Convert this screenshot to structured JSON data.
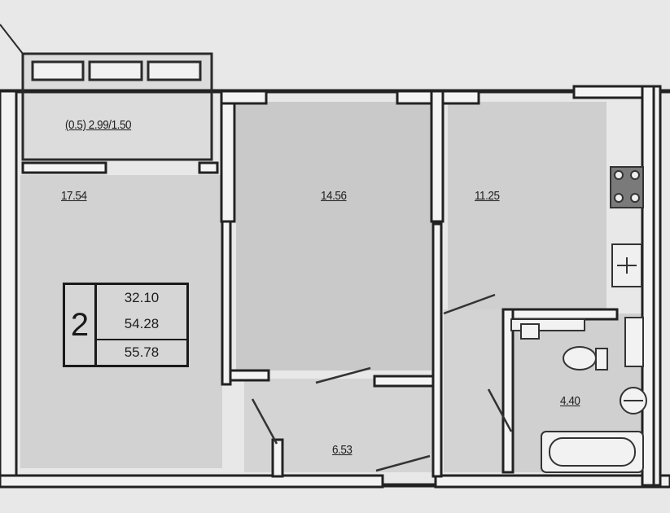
{
  "balcony": {
    "label": "(0.5) 2.99/1.50"
  },
  "rooms": {
    "living": "17.54",
    "bedroom_middle": "14.56",
    "kitchen": "11.25",
    "hall": "6.53",
    "bathroom": "4.40"
  },
  "summary": {
    "room_count": "2",
    "living_area": "32.10",
    "total_area": "54.28",
    "total_with_balcony": "55.78"
  }
}
